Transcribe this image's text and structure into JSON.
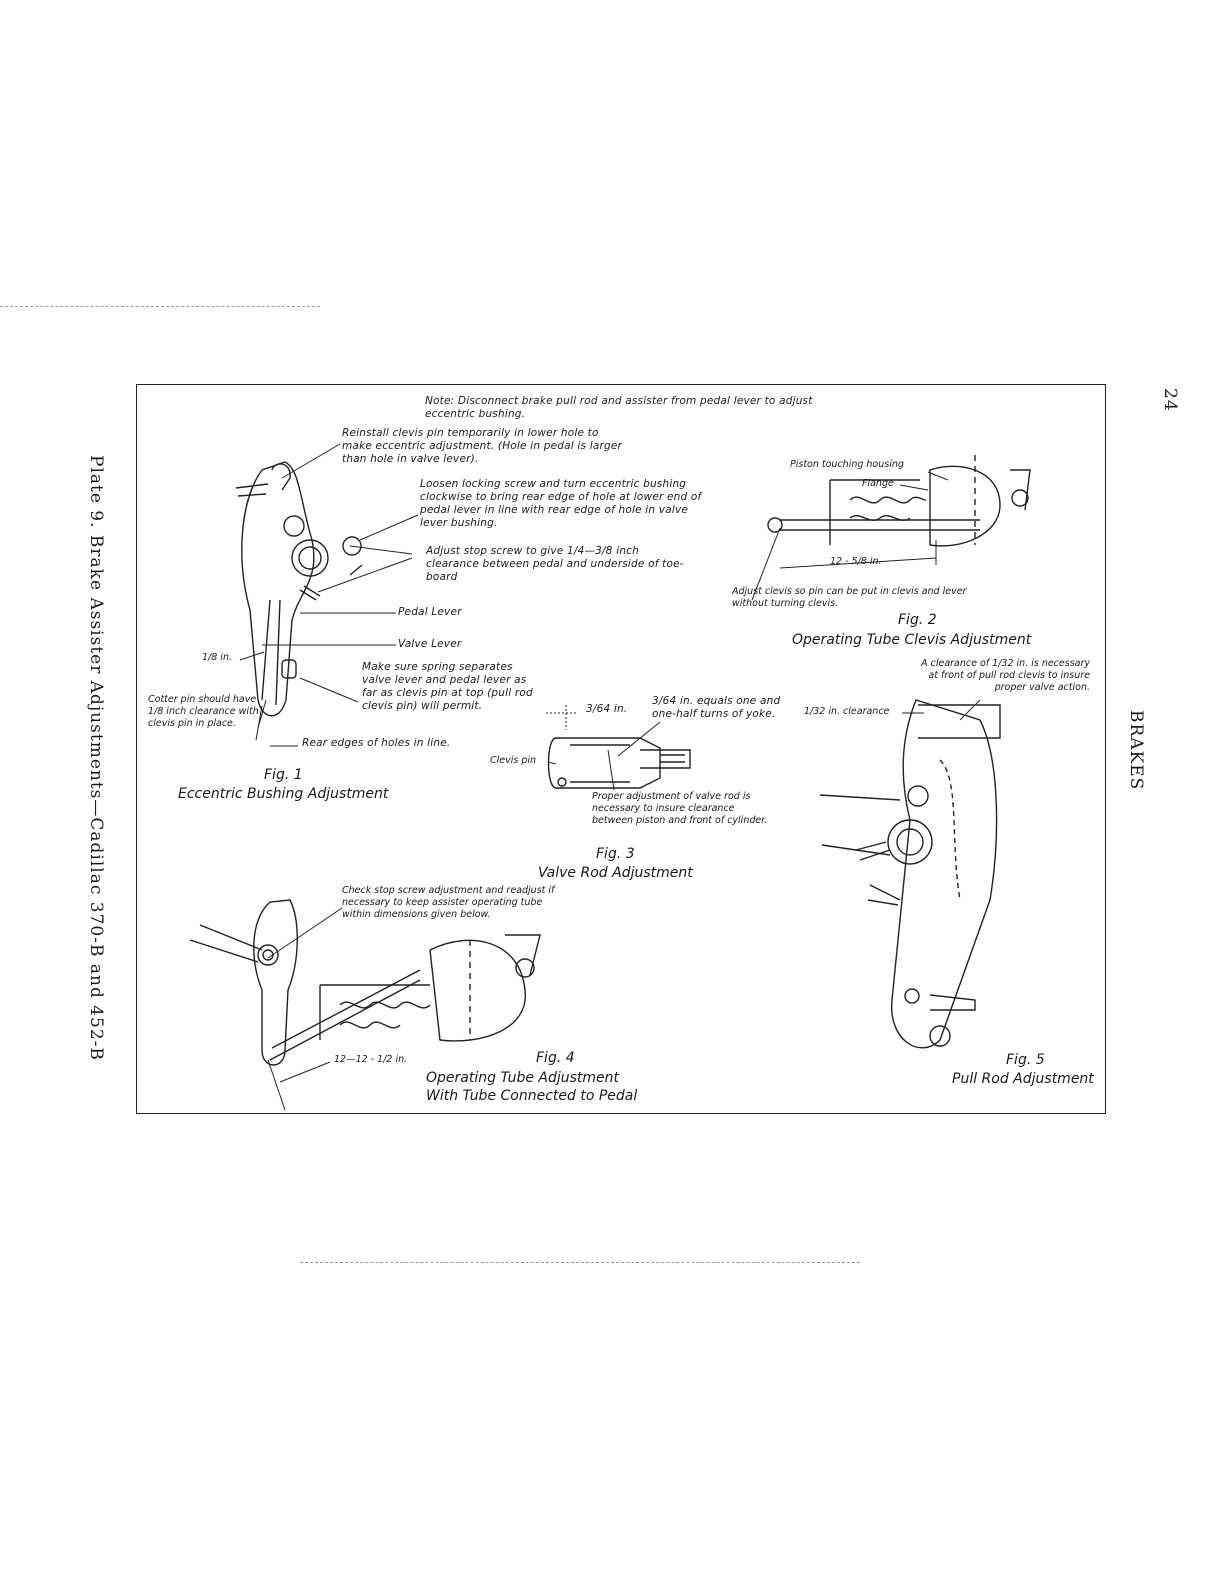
{
  "side_title": "Plate 9.  Brake Assister Adjustments—Cadillac 370-B and 452-B",
  "page_number": "24",
  "section": "BRAKES",
  "fig1": {
    "note": "Note:  Disconnect brake pull rod and assister from pedal lever to adjust eccentric bushing.",
    "reinstall": "Reinstall clevis pin temporarily in lower hole to make eccentric adjustment.  (Hole in pedal is larger than hole in valve lever).",
    "loosen": "Loosen locking screw and turn eccentric bushing clockwise to bring rear edge of hole at lower end of pedal lever in line with rear edge of hole in valve lever bushing.",
    "adjust_stop": "Adjust stop screw to give 1/4—3/8 inch clearance between pedal and underside of toe-board",
    "pedal_lever": "Pedal Lever",
    "valve_lever": "Valve Lever",
    "make_sure": "Make sure spring separates valve lever and pedal lever as far as clevis pin at top (pull rod clevis pin) will permit.",
    "eighth": "1/8 in.",
    "cotter": "Cotter pin should have 1/8 inch clearance with clevis pin in place.",
    "rear_edges": "Rear edges of holes in line.",
    "fig": "Fig. 1",
    "caption": "Eccentric Bushing Adjustment"
  },
  "fig2": {
    "piston": "Piston touching housing",
    "flange": "Flange",
    "dim": "12 - 5/8 in.",
    "adjust_clevis": "Adjust clevis so pin can be put in clevis and lever without turning clevis.",
    "fig": "Fig. 2",
    "caption": "Operating Tube Clevis Adjustment"
  },
  "fig3": {
    "dim": "3/64 in.",
    "equals": "3/64 in. equals one and one-half turns of yoke.",
    "clevis_pin": "Clevis pin",
    "proper": "Proper adjustment of valve rod is necessary to insure clearance between piston and front of cylinder.",
    "fig": "Fig. 3",
    "caption": "Valve Rod Adjustment"
  },
  "fig4": {
    "check": "Check stop screw adjustment and readjust if necessary to keep assister operating tube within dimensions given below.",
    "dim": "12—12 - 1/2 in.",
    "fig": "Fig. 4",
    "caption1": "Operating Tube Adjustment",
    "caption2": "With Tube Connected to Pedal"
  },
  "fig5": {
    "clearance_note": "A clearance of 1/32 in. is necessary at front of pull rod clevis to insure proper valve action.",
    "clearance": "1/32 in. clearance",
    "fig": "Fig. 5",
    "caption": "Pull Rod Adjustment"
  }
}
